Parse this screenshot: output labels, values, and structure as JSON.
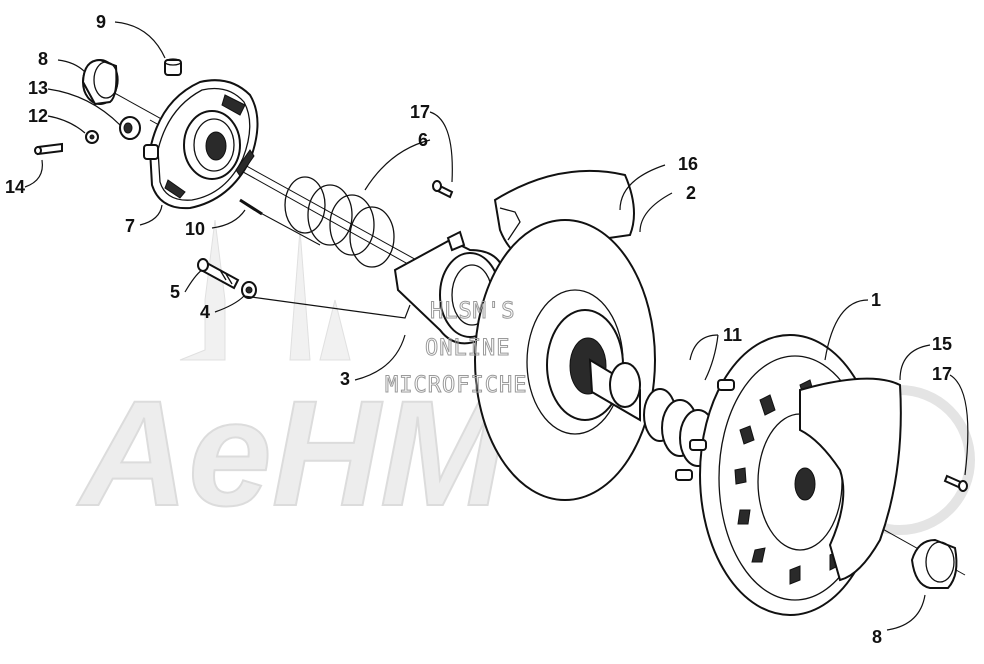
{
  "diagram": {
    "part_labels": [
      {
        "id": "label-1",
        "text": "1"
      },
      {
        "id": "label-2",
        "text": "2"
      },
      {
        "id": "label-3",
        "text": "3"
      },
      {
        "id": "label-4",
        "text": "4"
      },
      {
        "id": "label-5",
        "text": "5"
      },
      {
        "id": "label-6",
        "text": "6"
      },
      {
        "id": "label-7",
        "text": "7"
      },
      {
        "id": "label-8-top",
        "text": "8"
      },
      {
        "id": "label-8-bottom",
        "text": "8"
      },
      {
        "id": "label-9",
        "text": "9"
      },
      {
        "id": "label-10",
        "text": "10"
      },
      {
        "id": "label-11",
        "text": "11"
      },
      {
        "id": "label-12",
        "text": "12"
      },
      {
        "id": "label-13",
        "text": "13"
      },
      {
        "id": "label-14",
        "text": "14"
      },
      {
        "id": "label-15",
        "text": "15"
      },
      {
        "id": "label-16",
        "text": "16"
      },
      {
        "id": "label-17-top",
        "text": "17"
      },
      {
        "id": "label-17-right",
        "text": "17"
      }
    ],
    "watermark": {
      "lines": [
        "HLSM'S",
        "ONLINE",
        "MICROFICHE"
      ],
      "brand": "AeHM"
    }
  }
}
